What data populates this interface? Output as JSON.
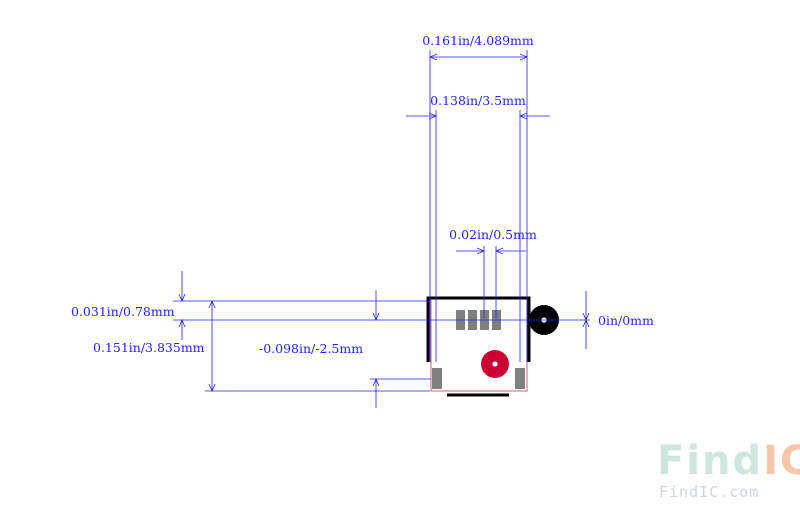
{
  "dimensions": {
    "overall_width": "0.161in/4.089mm",
    "inner_width": "0.138in/3.5mm",
    "pin_pitch": "0.02in/0.5mm",
    "top_offset": "0.031in/0.78mm",
    "total_height": "0.151in/3.835mm",
    "pad_offset": "-0.098in/-2.5mm",
    "origin_offset": "0in/0mm"
  },
  "watermark": {
    "brand_find": "Find",
    "brand_ic": "IC",
    "url": "FindIC.com"
  },
  "colors": {
    "dimension": "#2323ff",
    "outline": "#000000",
    "pad": "#808080",
    "courtyard": "#e05a6a",
    "pin1_marker": "#cc0033",
    "watermark_find": "#cfe6e0",
    "watermark_ic": "#f5c6a8"
  }
}
